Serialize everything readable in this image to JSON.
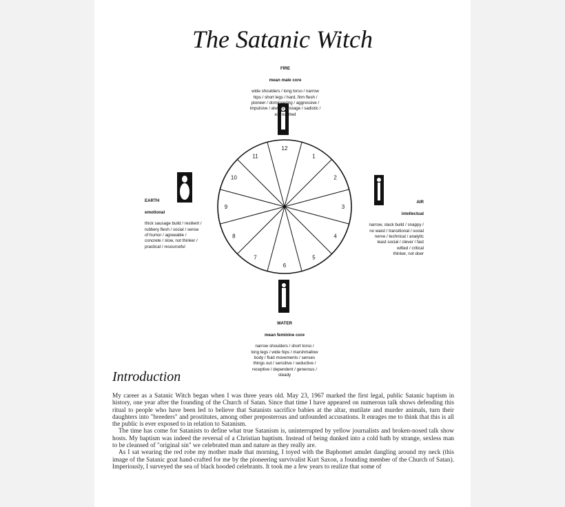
{
  "document": {
    "title": "The Satanic Witch"
  },
  "figure": {
    "wheel_numbers": [
      "12",
      "1",
      "2",
      "3",
      "4",
      "5",
      "6",
      "7",
      "8",
      "9",
      "10",
      "11"
    ],
    "fire": {
      "heading": "FIRE",
      "subheading": "mean male core",
      "text": "wide shoulders / long torso / narrow\nhips / short legs / hard, firm flesh /\npioneer / domineering / aggressive /\nimpulsive / always onstage / sadistic /\nextroverted"
    },
    "air": {
      "heading": "AIR",
      "subheading": "intellectual",
      "text": "narrow, slack build / snappy /\nno waist / transitional / social\nnerve / technical / analytic\nleast social / clever / fast\nwitted / critical\nthinker, not doer"
    },
    "water": {
      "heading": "WATER",
      "subheading": "mean feminine core",
      "text": "narrow shoulders / short torso /\nlong legs / wide hips / marshmallow\nbody / fluid movements / senses\nthings out / sensitive / seductive /\nreceptive / dependent / generous /\nsteady"
    },
    "earth": {
      "heading": "EARTH",
      "subheading": "emotional",
      "text": "thick sausage build / resilient /\nrubbery flesh / social / sense\nof humor / agreeable /\nconcrete / slow, not thinker /\npractical / resourceful"
    }
  },
  "section": {
    "heading": "Introduction",
    "paragraphs": [
      "My career as a Satanic Witch began when I was three years old. May 23, 1967 marked the first legal, public Satanic baptism in history, one year after the founding of the Church of Satan. Since that time I have appeared on numerous talk shows defending this ritual to people who have been led to believe that Satanists sacrifice babies at the altar, mutilate and murder animals, turn their daughters into \"breeders\" and prostitutes, among other preposterous and unfounded accusations. It enrages me to think that this is all the public is ever exposed to in relation to Satanism.",
      "The time has come for Satanists to define what true Satanism is, uninterrupted by yellow journalists and broken-nosed talk show hosts. My baptism was indeed the reversal of a Christian baptism. Instead of being dunked into a cold bath by strange, sexless man to be cleansed of \"original sin\" we celebrated man and nature as they really are.",
      "As I sat wearing the red robe my mother made that morning, I toyed with the Baphomet amulet dangling around my neck (this image of the Satanic goat hand-crafted for me by the pioneering survivalist Kurt Saxon, a founding member of the Church of Satan). Imperiously, I surveyed the sea of black hooded celebrants. It took me a few years to realize that some of"
    ]
  }
}
